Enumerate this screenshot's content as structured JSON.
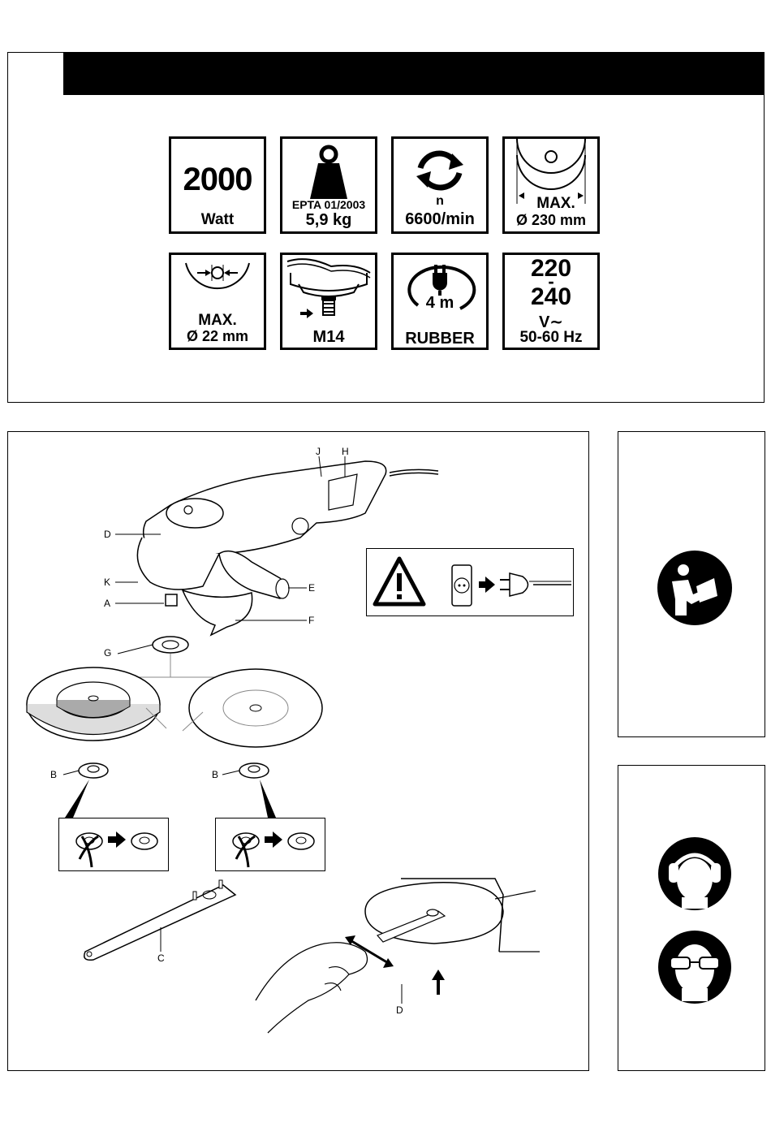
{
  "specs": {
    "power_value": "2000",
    "power_unit": "Watt",
    "weight_standard": "EPTA 01/2003",
    "weight_value": "5,9 kg",
    "speed_symbol": "n",
    "speed_value": "6600/min",
    "disc_max_label": "MAX.",
    "disc_max_value": "Ø 230 mm",
    "bore_max_label": "MAX.",
    "bore_max_value": "Ø 22 mm",
    "spindle_thread": "M14",
    "cable_length": "4 m",
    "cable_type": "RUBBER",
    "voltage_low": "220",
    "voltage_dash": "-",
    "voltage_high": "240",
    "voltage_unit": "V∼",
    "frequency": "50-60 Hz"
  },
  "drawing": {
    "labels": {
      "J": "J",
      "H": "H",
      "D": "D",
      "K": "K",
      "A": "A",
      "E": "E",
      "F": "F",
      "G": "G",
      "B1": "B",
      "B2": "B",
      "C": "C",
      "D2": "D"
    }
  },
  "icons": {
    "manual": "read-manual-icon",
    "ear": "ear-protection-icon",
    "eye": "eye-protection-icon",
    "warning": "warning-triangle-icon",
    "unplug": "unplug-icon"
  }
}
